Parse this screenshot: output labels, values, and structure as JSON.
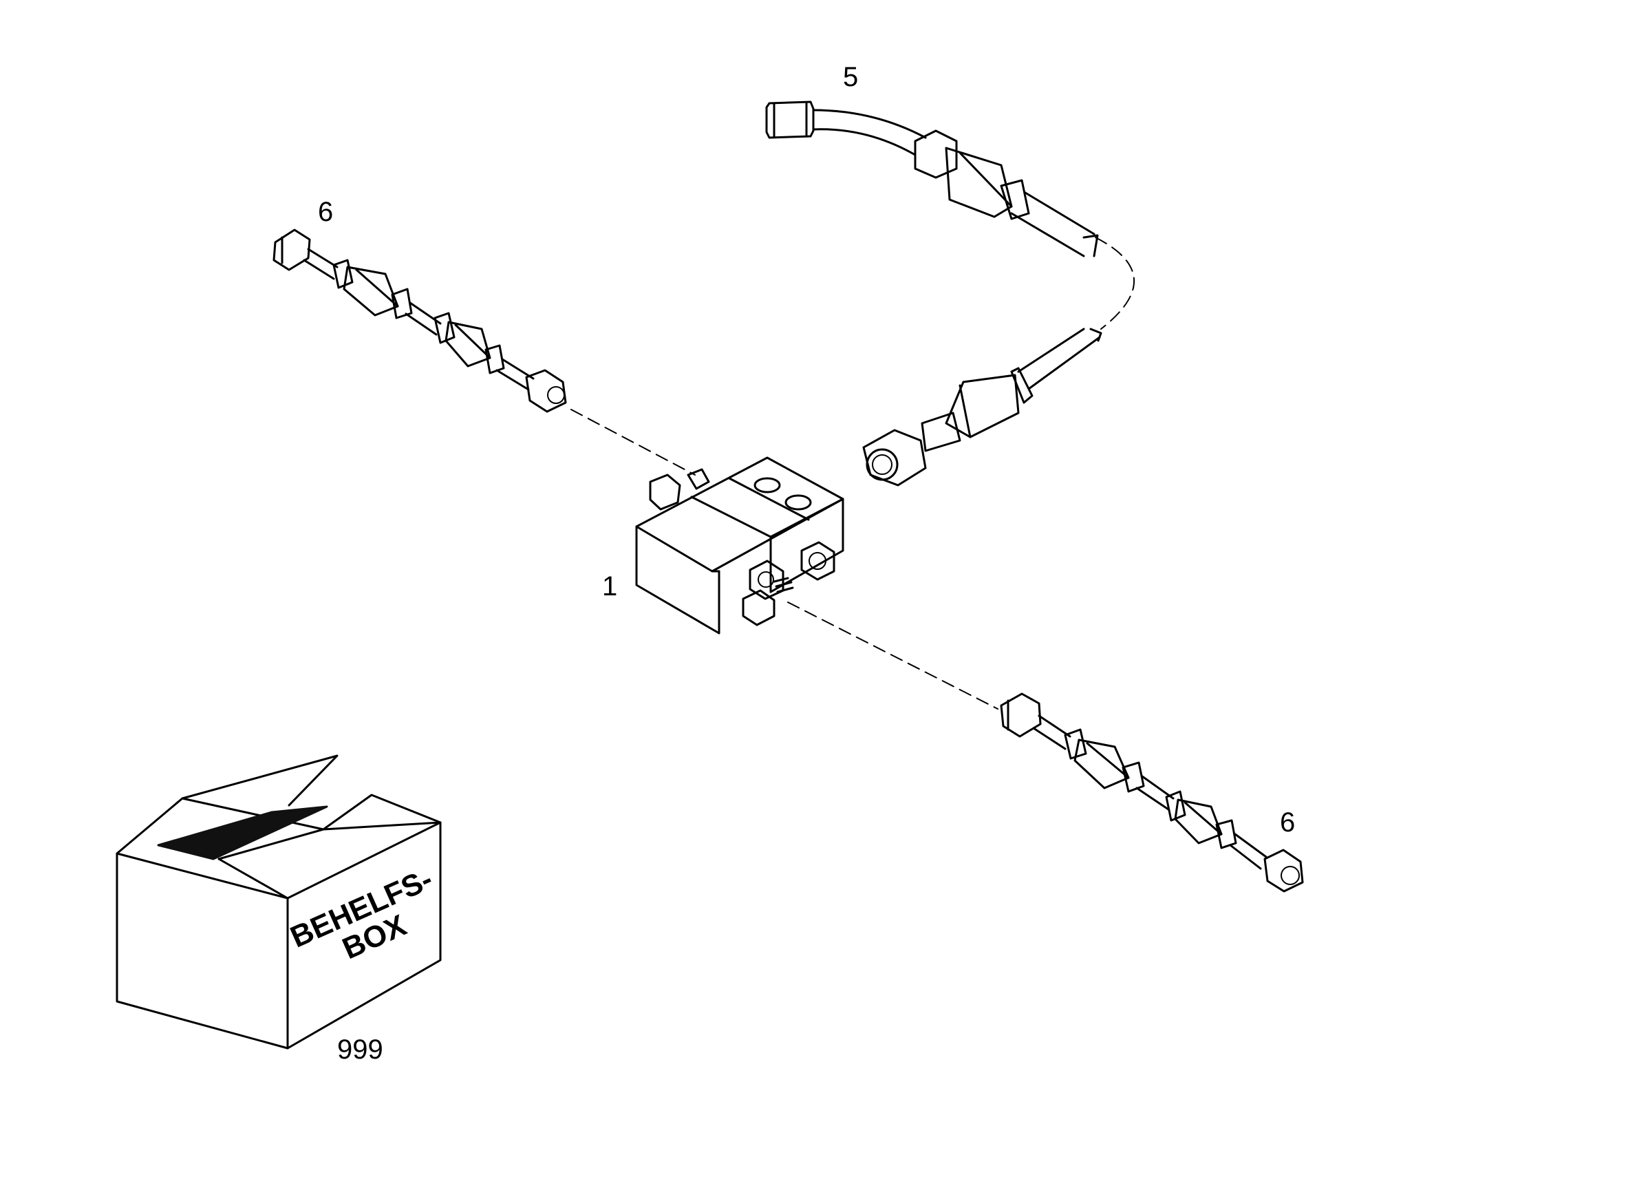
{
  "labels": {
    "valve_block": "1",
    "supply_line": "5",
    "line_left": "6",
    "line_right": "6",
    "box_number": "999"
  },
  "box_print": {
    "line1": "BEHELFS-",
    "line2": "BOX"
  },
  "colors": {
    "stroke": "#000000",
    "background": "#ffffff",
    "box_flap_dark": "#111111"
  },
  "icons": {
    "valve_block": "valve-block-icon",
    "fitting": "hex-fitting-icon",
    "box": "cardboard-box-icon"
  }
}
